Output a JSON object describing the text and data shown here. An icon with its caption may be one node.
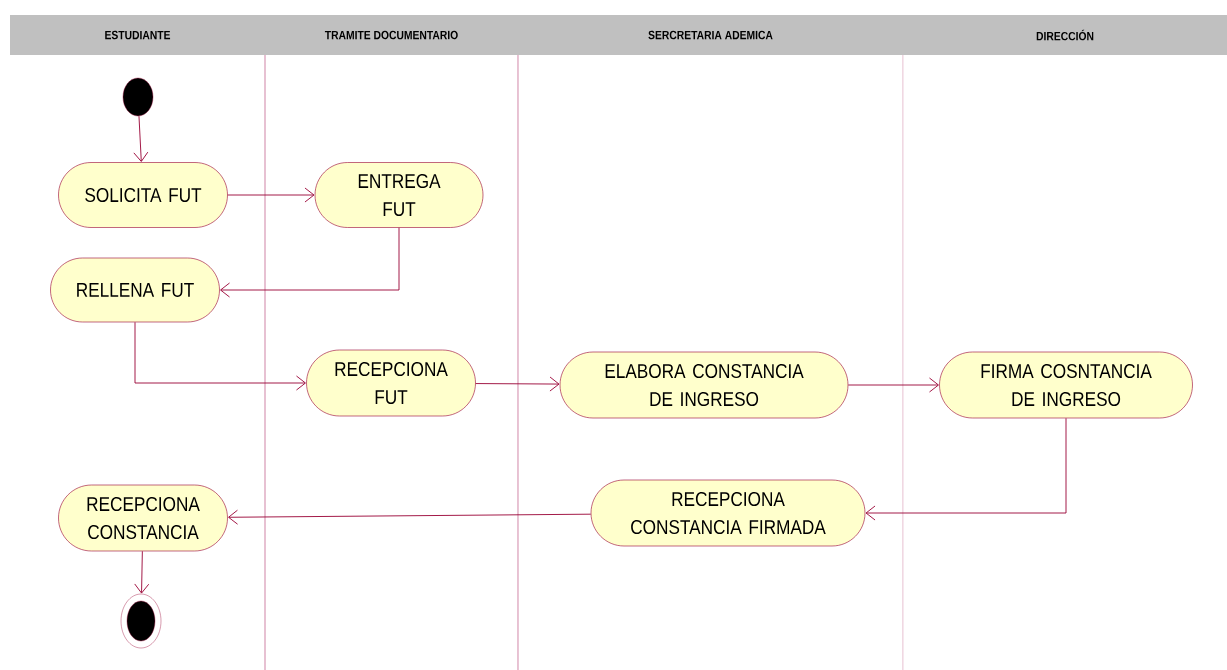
{
  "diagram": {
    "nodes": [
      {
        "text": [
          "ESTUDIANTE"
        ]
      },
      {
        "text": [
          "TRAMITE DOCUMENTARIO"
        ]
      },
      {
        "text": [
          "SERCRETARIA  ADEMICA"
        ]
      },
      {
        "text": [
          "DIRECCIÓN"
        ]
      },
      {
        "text": [],
        "shape": "circle"
      },
      {
        "text": [
          "SOLICITA FUT"
        ]
      },
      {
        "text": [
          "ENTREGA FUT"
        ]
      },
      {
        "text": [
          "RELLENA FUT"
        ]
      },
      {
        "text": [
          "RECEPCIONA FUT"
        ]
      },
      {
        "text": [
          "ELABORA CONSTANCIA DE INGRESO"
        ]
      },
      {
        "text": [
          "FIRMA COSNTANCIA DE INGRESO"
        ]
      },
      {
        "text": [
          "RECEPCIONA CONSTANCIA FIRMADA"
        ]
      },
      {
        "text": [
          "RECEPCIONA CONSTANCIA"
        ]
      },
      {
        "text": [],
        "shape": "circle"
      }
    ],
    "edges": [
      {
        "from": 4,
        "to": 5,
        "arrow": "to"
      },
      {
        "from": 5,
        "to": 6,
        "arrow": "to"
      },
      {
        "from": 6,
        "to": 7,
        "arrow": "to"
      },
      {
        "from": 7,
        "to": 8,
        "arrow": "to"
      },
      {
        "from": 8,
        "to": 9,
        "arrow": "to"
      },
      {
        "from": 9,
        "to": 10,
        "arrow": "to"
      },
      {
        "from": 10,
        "to": 11,
        "arrow": "to"
      },
      {
        "from": 11,
        "to": 12,
        "arrow": "to"
      },
      {
        "from": 12,
        "to": 13,
        "arrow": "to"
      }
    ]
  }
}
